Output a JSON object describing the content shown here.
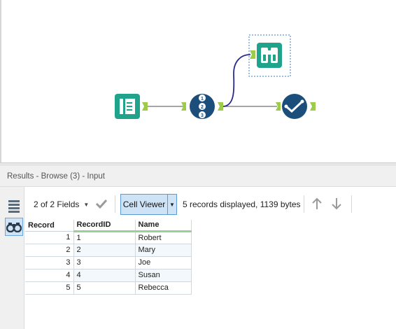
{
  "results": {
    "title": "Results - Browse (3) - Input"
  },
  "toolbar": {
    "fields_label": "2 of 2 Fields",
    "cell_viewer_label": "Cell Viewer",
    "records_info": "5 records displayed, 1139 bytes"
  },
  "workflow": {
    "tools": [
      {
        "name": "input-data-tool",
        "color": "#1fa38a"
      },
      {
        "name": "record-id-tool",
        "color": "#1b4e7a"
      },
      {
        "name": "browse-tool",
        "color": "#1fa38a",
        "selected": true
      },
      {
        "name": "output-tool",
        "color": "#1b4e7a"
      }
    ],
    "connector_color": "#9ccc4a",
    "selected_connection_color": "#2a2a8c"
  },
  "grid": {
    "columns": [
      "Record",
      "RecordID",
      "Name"
    ],
    "rows": [
      {
        "record": "1",
        "record_id": "1",
        "name": "Robert"
      },
      {
        "record": "2",
        "record_id": "2",
        "name": "Mary"
      },
      {
        "record": "3",
        "record_id": "3",
        "name": "Joe"
      },
      {
        "record": "4",
        "record_id": "4",
        "name": "Susan"
      },
      {
        "record": "5",
        "record_id": "5",
        "name": "Rebecca"
      }
    ]
  },
  "icons": [
    "list-view-icon",
    "binoculars-icon",
    "checkmark-icon",
    "chevron-down-icon",
    "arrow-up-icon",
    "arrow-down-icon"
  ]
}
